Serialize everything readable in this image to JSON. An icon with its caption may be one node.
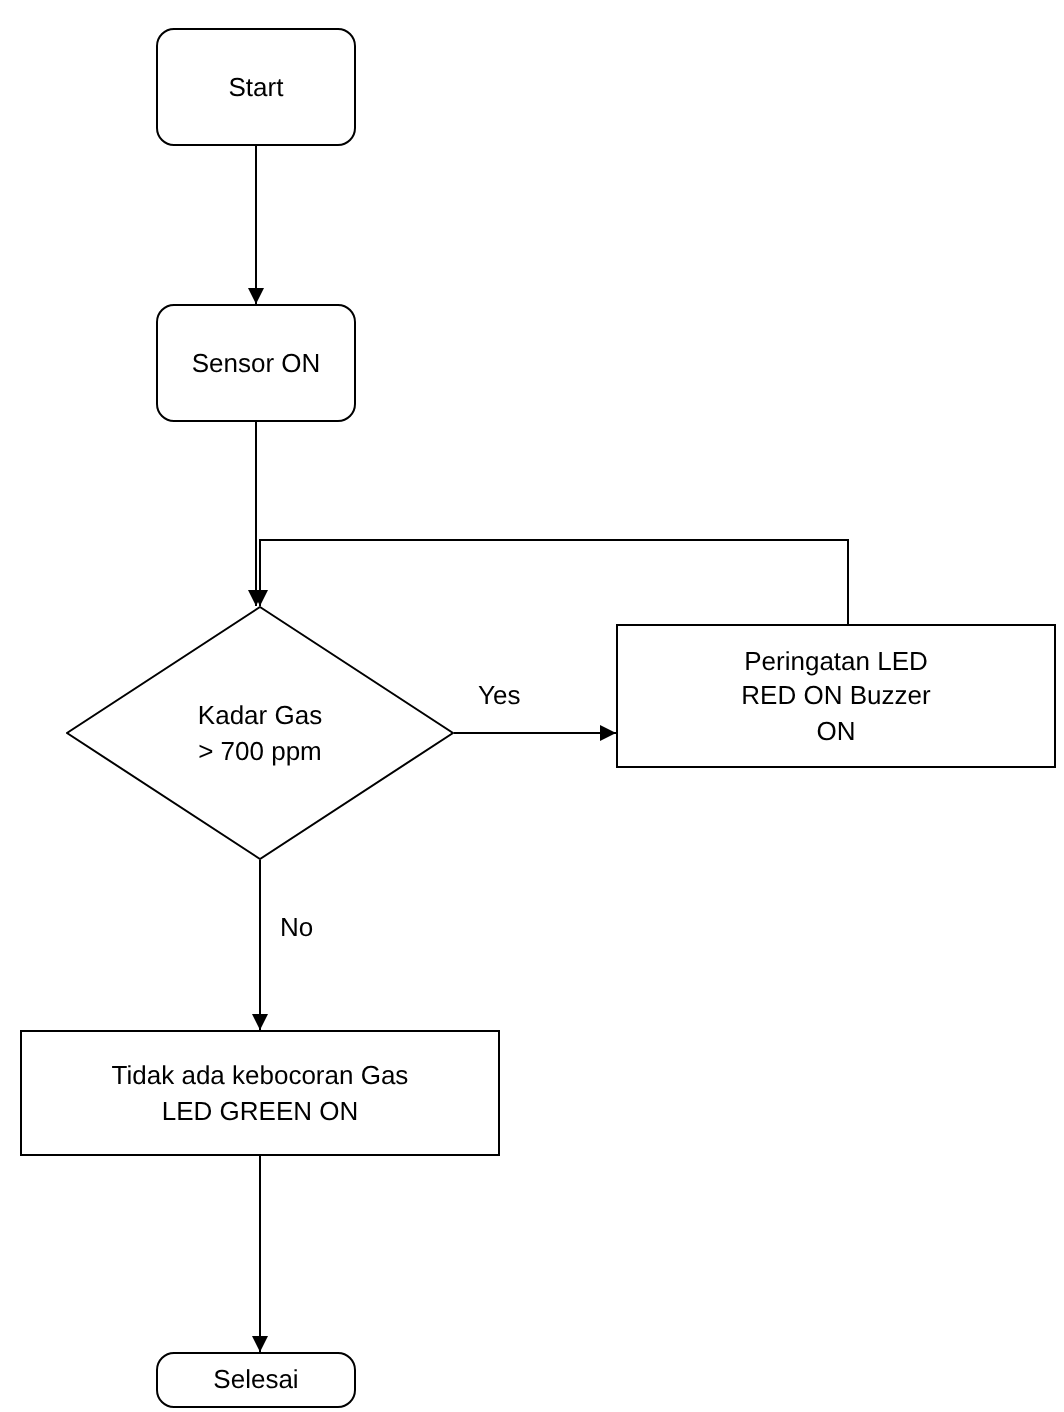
{
  "diagram": {
    "nodes": [
      {
        "text": [
          "Start"
        ]
      },
      {
        "text": [
          "Sensor ON"
        ]
      },
      {
        "text": [
          "Kadar Gas > 700 ppm"
        ]
      },
      {
        "text": [
          "Peringatan LED RED ON Buzzer ON"
        ]
      },
      {
        "text": [
          "Tidak ada kebocoran Gas LED GREEN ON"
        ]
      },
      {
        "text": [
          "Selesai"
        ]
      }
    ],
    "edges": [
      {
        "from": 0,
        "to": 1,
        "arrow": "to"
      },
      {
        "from": 1,
        "to": 2,
        "arrow": "to"
      },
      {
        "from": 2,
        "to": 3,
        "arrow": "to",
        "label": "Yes"
      },
      {
        "from": 3,
        "to": 2,
        "arrow": "to"
      },
      {
        "from": 2,
        "to": 4,
        "arrow": "to",
        "label": "No"
      },
      {
        "from": 4,
        "to": 5,
        "arrow": "to"
      }
    ]
  }
}
